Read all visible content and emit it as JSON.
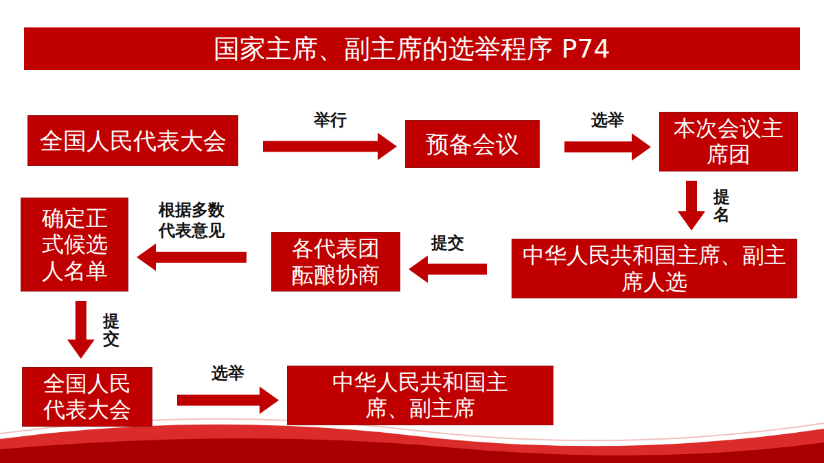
{
  "diagram": {
    "title": "国家主席、副主席的选举程序 P74",
    "nodes": [
      {
        "text": [
          "全国人民代表大会"
        ]
      },
      {
        "text": [
          "预备会议"
        ]
      },
      {
        "text": [
          "本次会议主席团"
        ]
      },
      {
        "text": [
          "中华人民共和国主席、副主席人选"
        ]
      },
      {
        "text": [
          "各代表团酝酿协商"
        ]
      },
      {
        "text": [
          "确定正式候选人名单"
        ]
      },
      {
        "text": [
          "全国人民代表大会"
        ]
      },
      {
        "text": [
          "中华人民共和国主席、副主席"
        ]
      }
    ],
    "edges": [
      {
        "from": 0,
        "to": 1,
        "label": "举行",
        "arrow": "to"
      },
      {
        "from": 1,
        "to": 2,
        "label": "选举",
        "arrow": "to"
      },
      {
        "from": 2,
        "to": 3,
        "label": "提名",
        "arrow": "to"
      },
      {
        "from": 3,
        "to": 4,
        "label": "提交",
        "arrow": "to"
      },
      {
        "from": 4,
        "to": 5,
        "label": "根据多数 代表意见",
        "arrow": "to"
      },
      {
        "from": 5,
        "to": 6,
        "label": "提交",
        "arrow": "to"
      },
      {
        "from": 6,
        "to": 7,
        "label": "选举",
        "arrow": "to"
      }
    ]
  }
}
